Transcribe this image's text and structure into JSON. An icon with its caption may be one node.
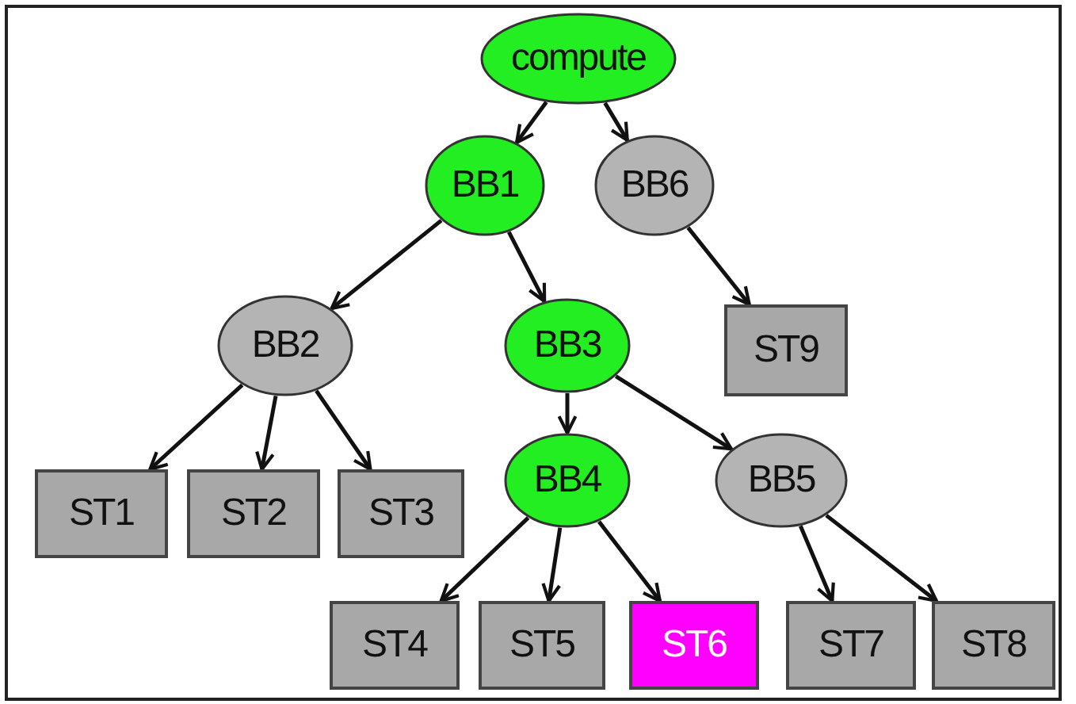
{
  "diagram": {
    "nodes": [
      {
        "text": [
          "compute"
        ]
      },
      {
        "text": [
          "BB1"
        ]
      },
      {
        "text": [
          "BB6"
        ]
      },
      {
        "text": [
          "BB2"
        ]
      },
      {
        "text": [
          "BB3"
        ]
      },
      {
        "text": [
          "ST9"
        ]
      },
      {
        "text": [
          "ST1"
        ]
      },
      {
        "text": [
          "ST2"
        ]
      },
      {
        "text": [
          "ST3"
        ]
      },
      {
        "text": [
          "BB4"
        ]
      },
      {
        "text": [
          "BB5"
        ]
      },
      {
        "text": [
          "ST4"
        ]
      },
      {
        "text": [
          "ST5"
        ]
      },
      {
        "text": [
          "ST6"
        ]
      },
      {
        "text": [
          "ST7"
        ]
      },
      {
        "text": [
          "ST8"
        ]
      }
    ],
    "edges": [
      {
        "from": 0,
        "to": 1,
        "arrow": "to"
      },
      {
        "from": 0,
        "to": 2,
        "arrow": "to"
      },
      {
        "from": 1,
        "to": 3,
        "arrow": "to"
      },
      {
        "from": 1,
        "to": 4,
        "arrow": "to"
      },
      {
        "from": 2,
        "to": 5,
        "arrow": "to"
      },
      {
        "from": 3,
        "to": 6,
        "arrow": "to"
      },
      {
        "from": 3,
        "to": 7,
        "arrow": "to"
      },
      {
        "from": 3,
        "to": 8,
        "arrow": "to"
      },
      {
        "from": 4,
        "to": 9,
        "arrow": "to"
      },
      {
        "from": 4,
        "to": 10,
        "arrow": "to"
      },
      {
        "from": 9,
        "to": 11,
        "arrow": "to"
      },
      {
        "from": 9,
        "to": 12,
        "arrow": "to"
      },
      {
        "from": 9,
        "to": 13,
        "arrow": "to"
      },
      {
        "from": 10,
        "to": 14,
        "arrow": "to"
      },
      {
        "from": 10,
        "to": 15,
        "arrow": "to"
      }
    ]
  }
}
